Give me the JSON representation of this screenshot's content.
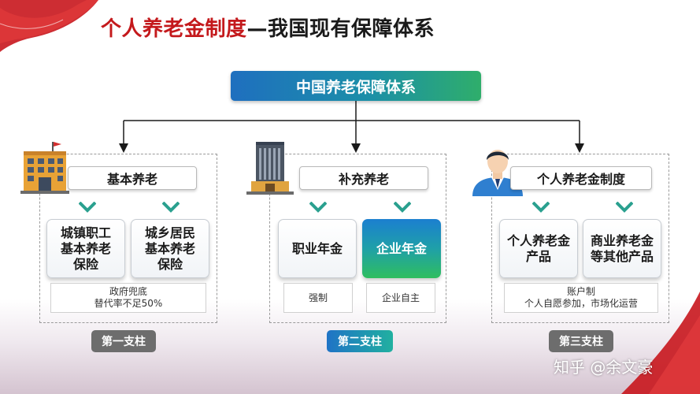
{
  "title": {
    "highlight": "个人养老金制度",
    "rest": "—我国现有保障体系"
  },
  "root": {
    "label": "中国养老保障体系"
  },
  "pillars": [
    {
      "header": "基本养老",
      "icon": "office-building-icon",
      "cards": [
        "城镇职工\n基本养老\n保险",
        "城乡居民\n基本养老\n保险"
      ],
      "note": "政府兜底\n替代率不足50%",
      "label": "第一支柱"
    },
    {
      "header": "补充养老",
      "icon": "skyscraper-icon",
      "cards": [
        "职业年金",
        "企业年金"
      ],
      "notes": [
        "强制",
        "企业自主"
      ],
      "label": "第二支柱"
    },
    {
      "header": "个人养老金制度",
      "icon": "person-avatar-icon",
      "cards": [
        "个人养老金\n产品",
        "商业养老金\n等其他产品"
      ],
      "note": "账户制\n个人自愿参加，市场化运营",
      "label": "第三支柱"
    }
  ],
  "watermark": "知乎 @余文豪",
  "colors": {
    "title_red": "#c4191c",
    "gradient_blue": "#1f6fbf",
    "gradient_green": "#2fae6b",
    "chevron_green": "#2aa08f",
    "label_gray": "#6d6d6d"
  }
}
